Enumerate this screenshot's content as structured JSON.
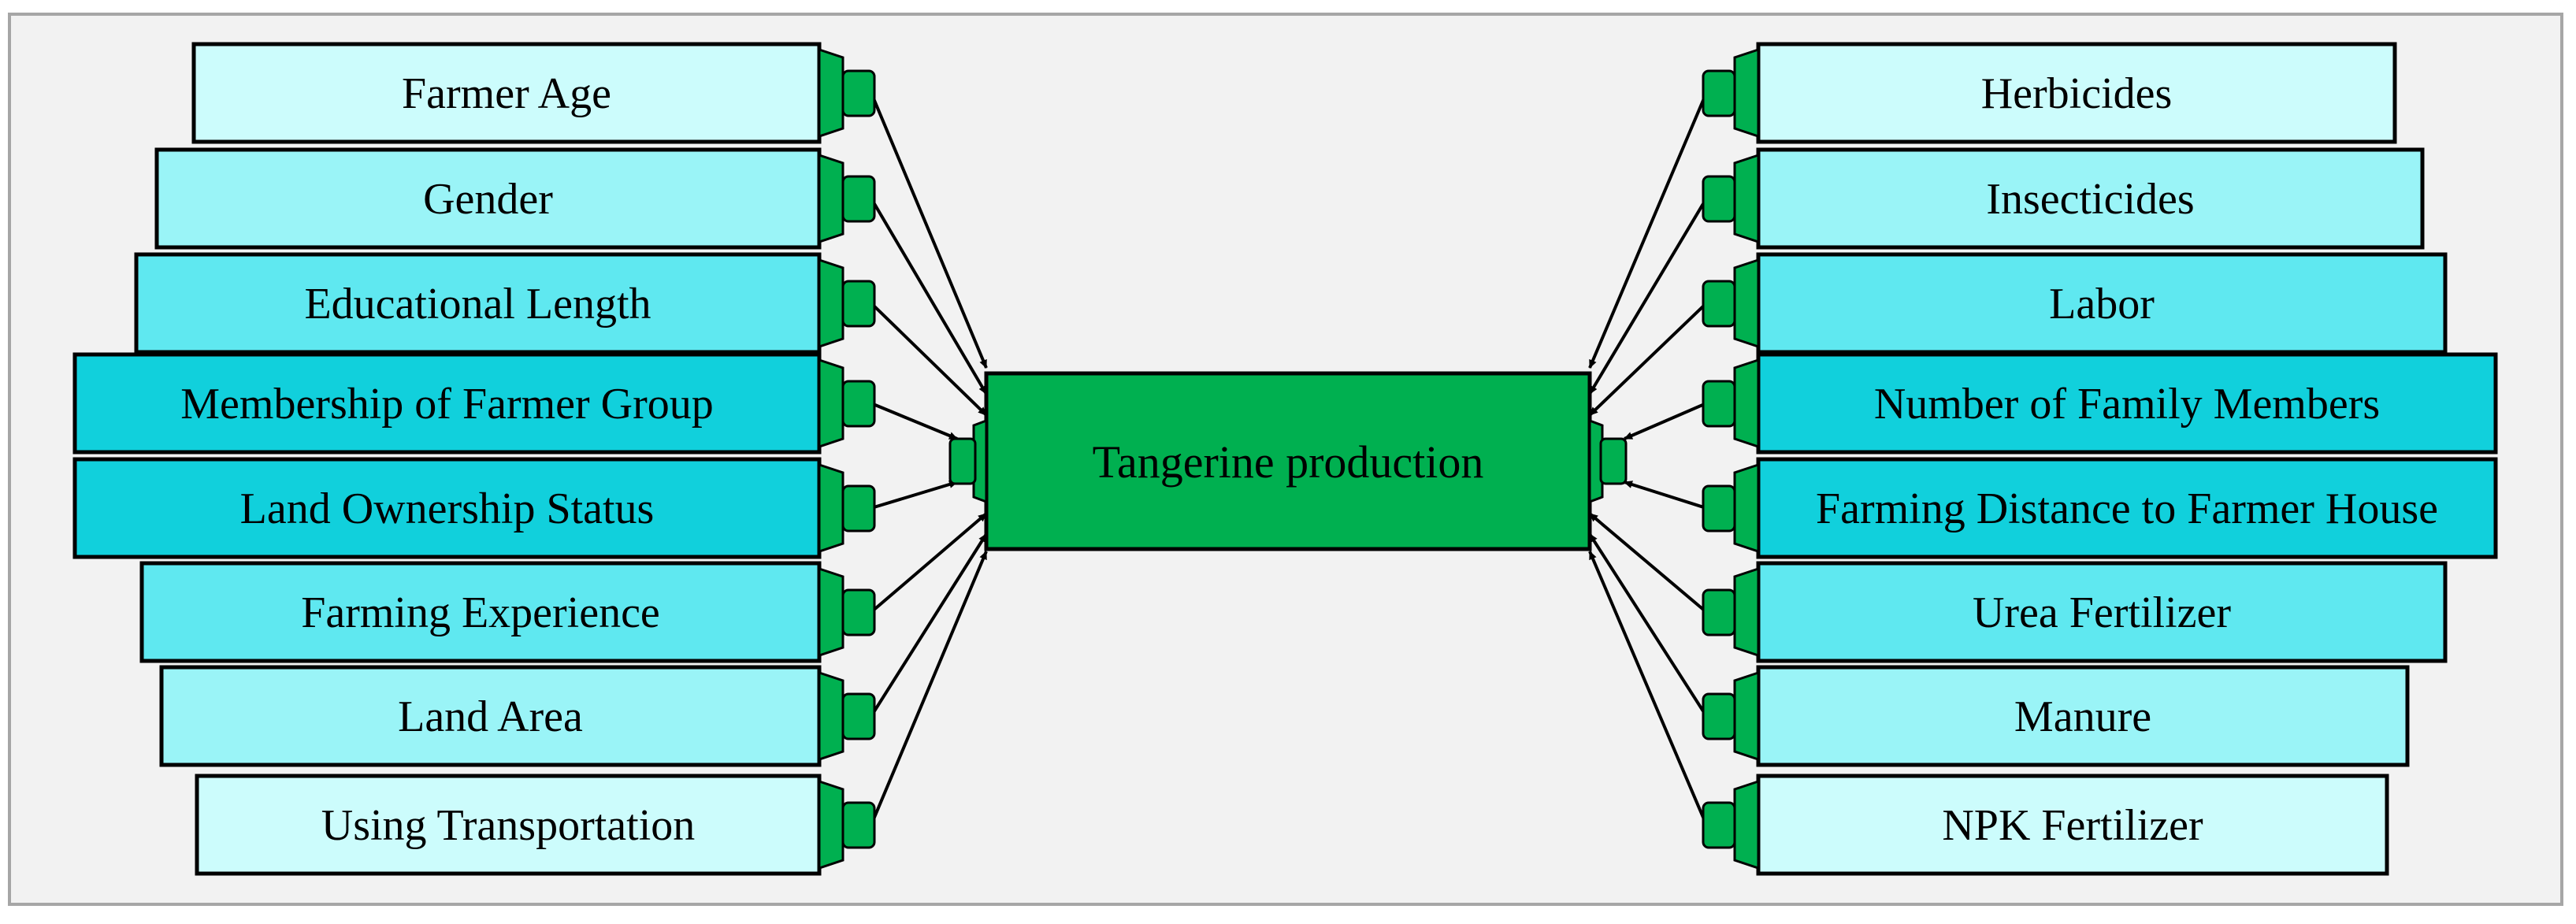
{
  "colors": {
    "background": "#f2f2f2",
    "frame_border": "#a6a6a6",
    "center_fill": "#00b050",
    "connector_fill": "#00b050",
    "arrow": "#000000",
    "shades": [
      "#ccfcfc",
      "#9af4f7",
      "#5fe8f0",
      "#11d0dc"
    ]
  },
  "center": {
    "label": "Tangerine production"
  },
  "left_factors": [
    {
      "label": "Farmer Age",
      "shade": 0
    },
    {
      "label": "Gender",
      "shade": 1
    },
    {
      "label": "Educational Length",
      "shade": 2
    },
    {
      "label": "Membership of Farmer Group",
      "shade": 3
    },
    {
      "label": "Land Ownership Status",
      "shade": 3
    },
    {
      "label": "Farming Experience",
      "shade": 2
    },
    {
      "label": "Land Area",
      "shade": 1
    },
    {
      "label": "Using Transportation",
      "shade": 0
    }
  ],
  "right_factors": [
    {
      "label": "Herbicides",
      "shade": 0
    },
    {
      "label": "Insecticides",
      "shade": 1
    },
    {
      "label": "Labor",
      "shade": 2
    },
    {
      "label": "Number of Family Members",
      "shade": 3
    },
    {
      "label": "Farming Distance to Farmer House",
      "shade": 3
    },
    {
      "label": "Urea Fertilizer",
      "shade": 2
    },
    {
      "label": "Manure",
      "shade": 1
    },
    {
      "label": "NPK Fertilizer",
      "shade": 0
    }
  ]
}
